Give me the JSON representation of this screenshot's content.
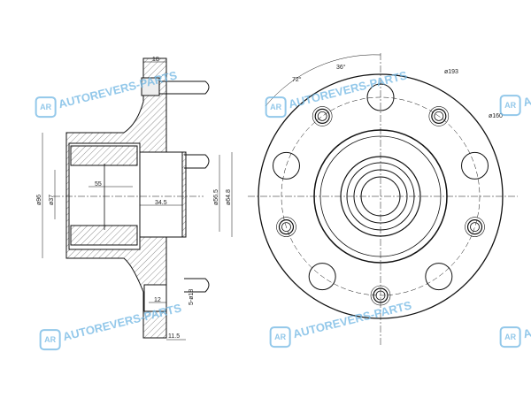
{
  "watermark": {
    "logo": "AR",
    "text": "AUTOREVERS-PARTS"
  },
  "side_view": {
    "labels": {
      "flange_width": "18",
      "bearing_width": "55",
      "hub_depth": "34.5",
      "bore": "ø37",
      "pilot": "ø56.5",
      "pilot_outer": "ø64.8",
      "outer_dia": "ø96",
      "stud_len": "12",
      "holes": "5-ø18",
      "offset": "11.5"
    }
  },
  "front_view": {
    "labels": {
      "angle1": "36°",
      "angle2": "72°",
      "flange_dia": "ø193",
      "bolt_circle": "ø160"
    },
    "bolt_count": 5
  }
}
